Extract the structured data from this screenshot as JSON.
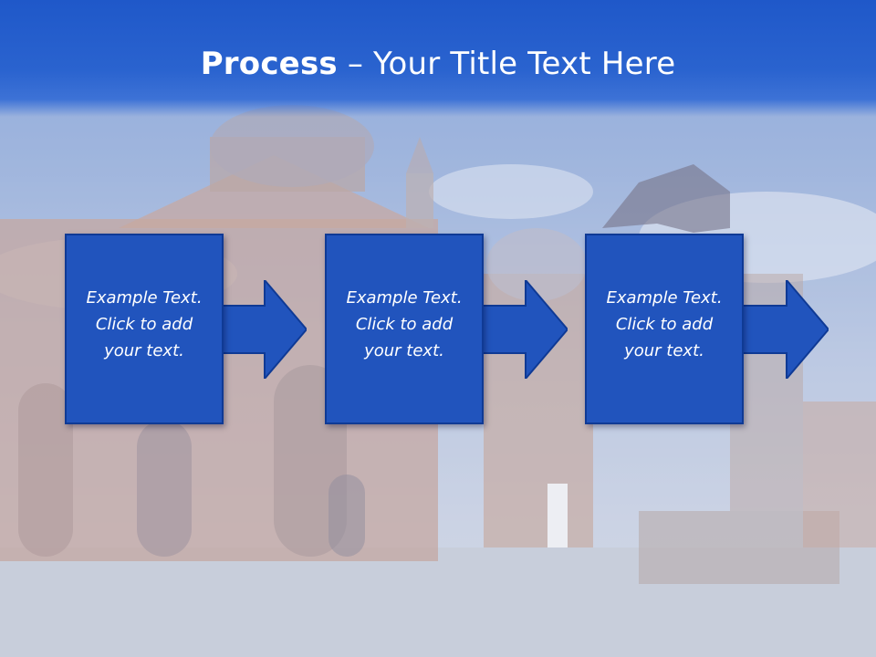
{
  "slide": {
    "title_bold": "Process",
    "title_rest": " – Your Title Text Here"
  },
  "steps": [
    {
      "line1": "Example Text.",
      "line2": "Click  to add",
      "line3": "your text."
    },
    {
      "line1": "Example Text.",
      "line2": "Click  to add",
      "line3": "your text."
    },
    {
      "line1": "Example Text.",
      "line2": "Click  to add",
      "line3": "your text."
    }
  ],
  "colors": {
    "header_blue": "#2a63cf",
    "box_blue": "#2154bd",
    "arrow_blue": "#2154bd",
    "text_white": "#ffffff"
  }
}
